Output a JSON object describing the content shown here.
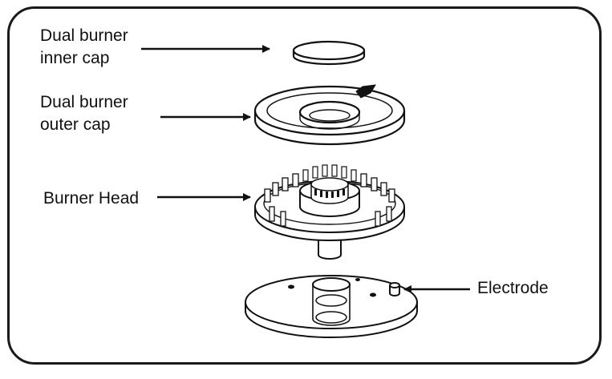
{
  "labels": {
    "inner_cap": [
      "Dual burner",
      "inner cap"
    ],
    "outer_cap": [
      "Dual burner",
      "outer cap"
    ],
    "burner_head": "Burner Head",
    "electrode": "Electrode"
  }
}
